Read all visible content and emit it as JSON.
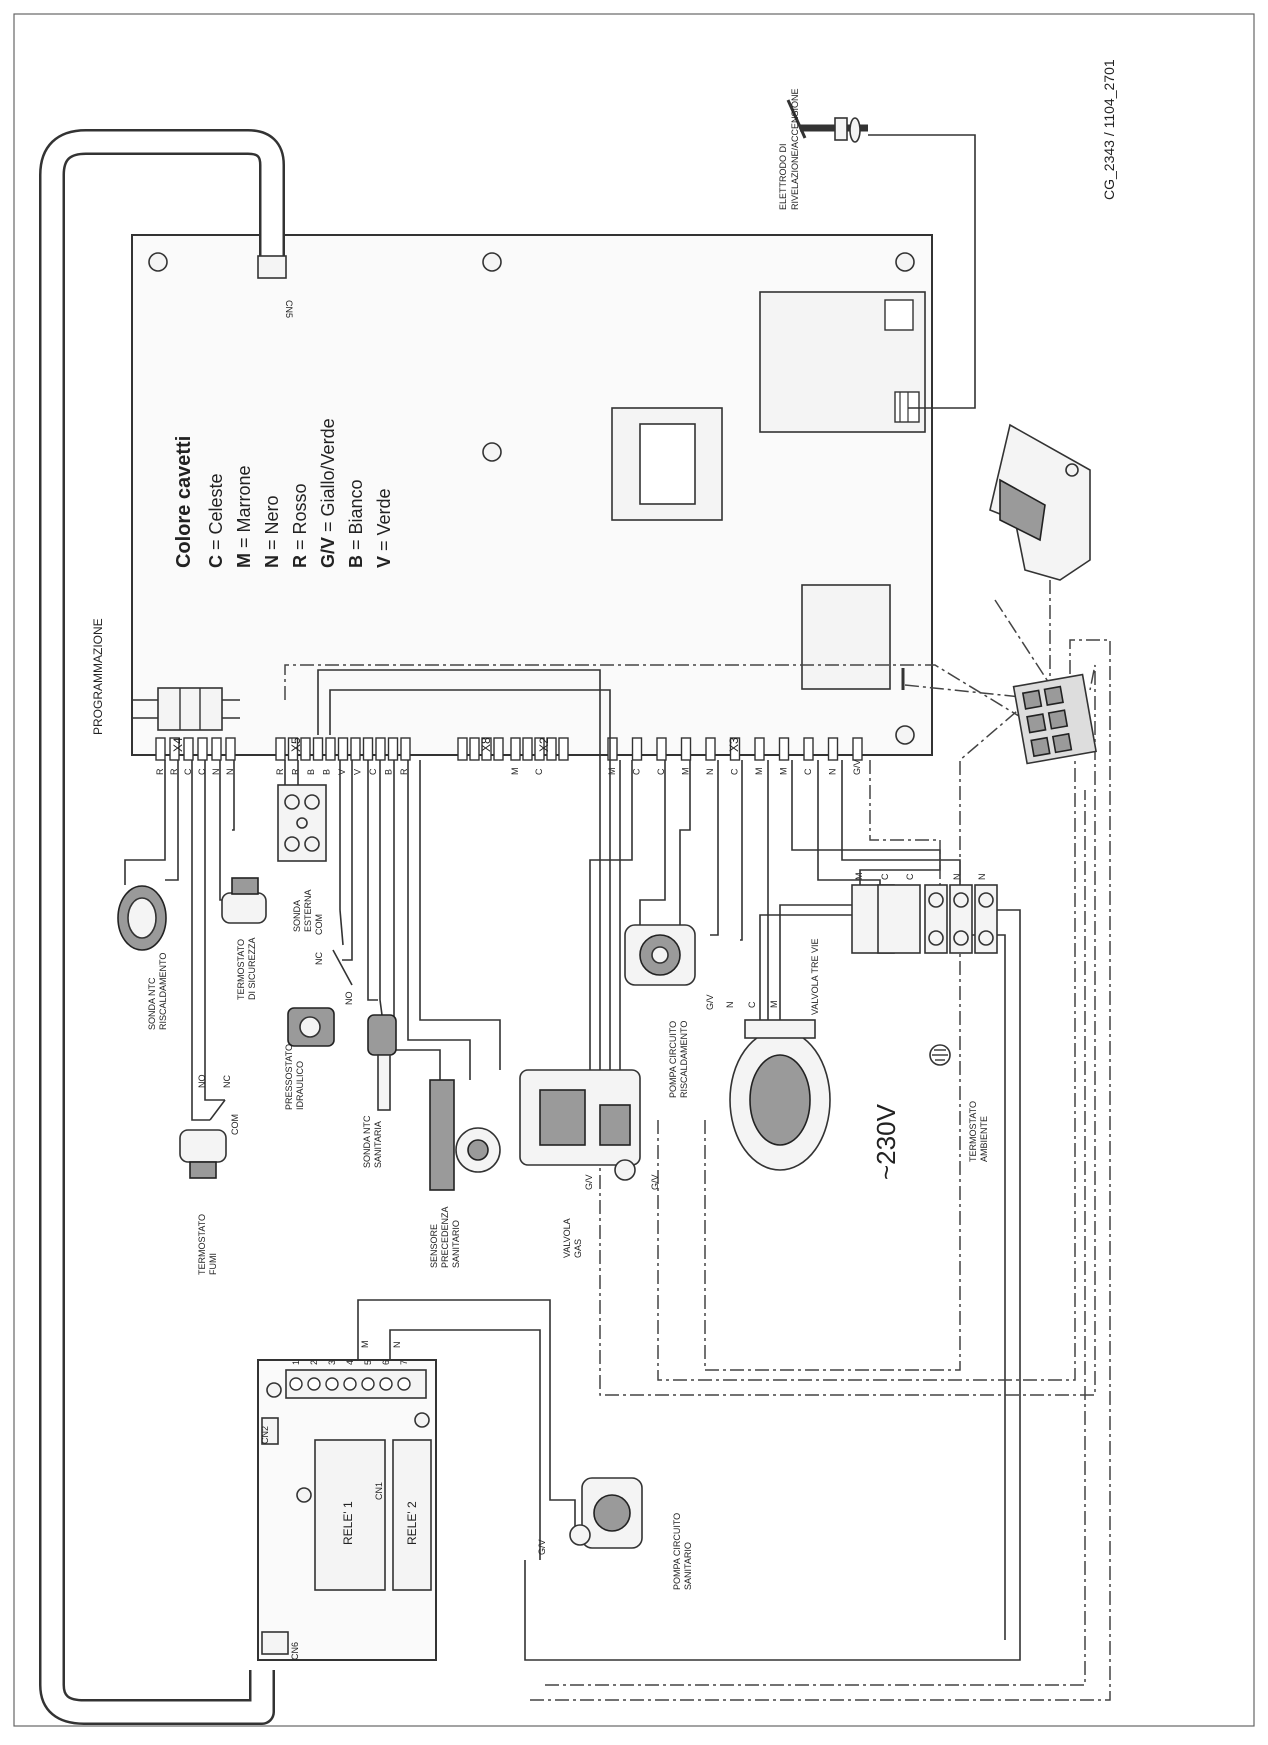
{
  "drawing_code": "CG_2343 / 1104_2701",
  "legend": {
    "title": "Colore cavetti",
    "items": [
      {
        "code": "C",
        "name": "Celeste"
      },
      {
        "code": "M",
        "name": "Marrone"
      },
      {
        "code": "N",
        "name": "Nero"
      },
      {
        "code": "R",
        "name": "Rosso"
      },
      {
        "code": "G/V",
        "name": "Giallo/Verde"
      },
      {
        "code": "B",
        "name": "Bianco"
      },
      {
        "code": "V",
        "name": "Verde"
      }
    ]
  },
  "connectors": {
    "x4": "X4",
    "x5": "X5",
    "x8": "X8",
    "x2": "X2",
    "x3": "X3",
    "cn1": "CN1",
    "cn2": "CN2",
    "cn5": "CN5",
    "cn6": "CN6"
  },
  "components": {
    "programmazione": "PROGRAMMAZIONE",
    "elettrodo": [
      "ELETTRODO DI",
      "RIVELAZIONE/ACCENSIONE"
    ],
    "sonda_ntc_risc": [
      "SONDA NTC",
      "RISCALDAMENTO"
    ],
    "termostato_sicurezza": [
      "TERMOSTATO",
      "DI SICUREZZA"
    ],
    "sonda_esterna": [
      "SONDA",
      "ESTERNA"
    ],
    "pressostato": [
      "PRESSOSTATO",
      "IDRAULICO"
    ],
    "termostato_fumi": [
      "TERMOSTATO",
      "FUMI"
    ],
    "sonda_ntc_sanitaria": [
      "SONDA NTC",
      "SANITARIA"
    ],
    "sensore_precedenza": [
      "SENSORE",
      "PRECEDENZA",
      "SANITARIO"
    ],
    "valvola_gas": [
      "VALVOLA",
      "GAS"
    ],
    "pompa_risc": [
      "POMPA CIRCUITO",
      "RISCALDAMENTO"
    ],
    "valvola_tre_vie": "VALVOLA TRE VIE",
    "voltage": "~230V",
    "termostato_ambiente": [
      "TERMOSTATO",
      "AMBIENTE"
    ],
    "pompa_sanitario": [
      "POMPA CIRCUITO",
      "SANITARIO"
    ],
    "rele1": "RELE' 1",
    "rele2": "RELE' 2"
  },
  "switch_labels": {
    "no": "NO",
    "nc": "NC",
    "com": "COM"
  },
  "wire_labels": {
    "x4": [
      "R",
      "R",
      "C",
      "C",
      "N",
      "N"
    ],
    "x5": [
      "R",
      "R",
      "B",
      "B",
      "V",
      "V",
      "C",
      "B",
      "R"
    ],
    "x2": [
      "M",
      "C"
    ],
    "x3": [
      "M",
      "C",
      "C",
      "M",
      "N",
      "C",
      "M",
      "M",
      "C",
      "N",
      "G/V"
    ],
    "terminal_block": [
      "M",
      "C",
      "C",
      "N",
      "N"
    ],
    "rele_terminals": [
      "1",
      "2",
      "3",
      "4",
      "5",
      "6",
      "7"
    ],
    "rele_wires": [
      "M",
      "N"
    ],
    "valve_wires": [
      "N",
      "C",
      "M"
    ],
    "gv": "G/V"
  }
}
